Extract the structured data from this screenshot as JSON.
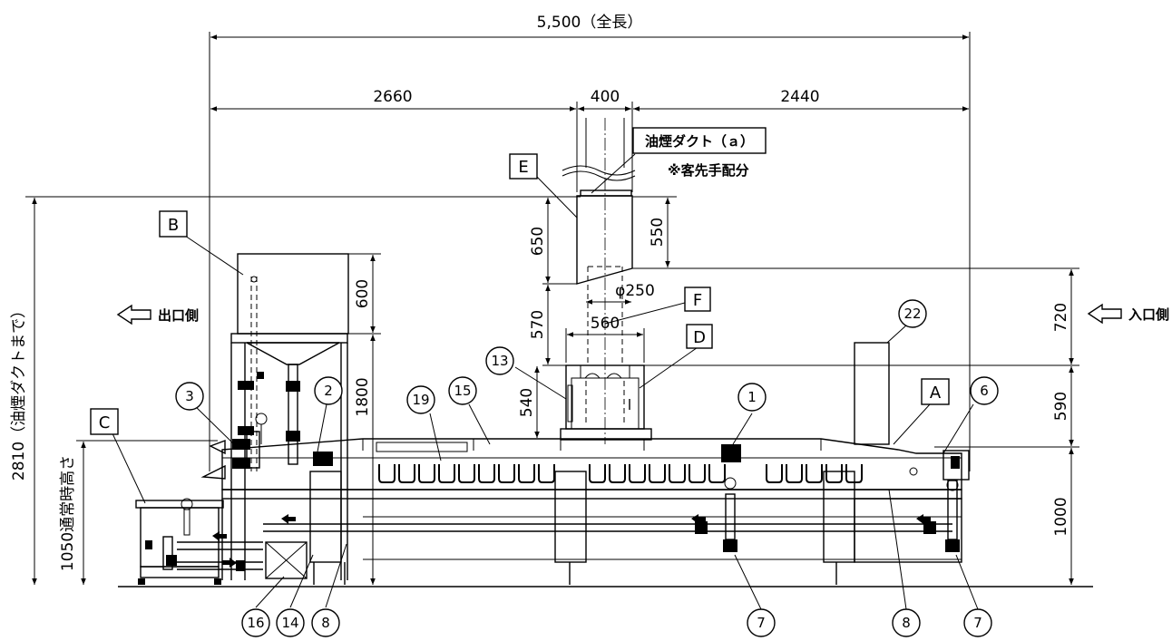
{
  "dimensions": {
    "overall_length": "5,500（全長）",
    "left_span": "2660",
    "center_span": "400",
    "right_span": "2440",
    "total_height": "2810（油煙ダクトまで）",
    "normal_height": "1050通常時高さ",
    "hopper_height": "1800",
    "hopper_top": "600",
    "duct_upper": "650",
    "duct_lower": "570",
    "duct_right_upper": "550",
    "duct_diameter": "φ250",
    "duct_width": "560",
    "hood_height": "540",
    "right_upper": "720",
    "right_middle": "590",
    "right_lower": "1000"
  },
  "labels": {
    "exit_side": "出口側",
    "entry_side": "入口側",
    "duct": "油煙ダクト（ａ）",
    "customer_supply": "※客先手配分"
  },
  "letters": {
    "A": "A",
    "B": "B",
    "C": "C",
    "D": "D",
    "E": "E",
    "F": "F"
  },
  "part_numbers": {
    "n1": "1",
    "n2": "2",
    "n3": "3",
    "n6": "6",
    "n7a": "7",
    "n7b": "7",
    "n8a": "8",
    "n8b": "8",
    "n13": "13",
    "n14": "14",
    "n15": "15",
    "n16": "16",
    "n19": "19",
    "n22": "22"
  },
  "icons": {
    "exit_arrow": "left-outline-arrow-icon",
    "entry_arrow": "left-outline-arrow-icon",
    "flow_arrow": "solid-left-arrow-icon"
  },
  "colors": {
    "line": "#000000",
    "background": "#ffffff"
  }
}
